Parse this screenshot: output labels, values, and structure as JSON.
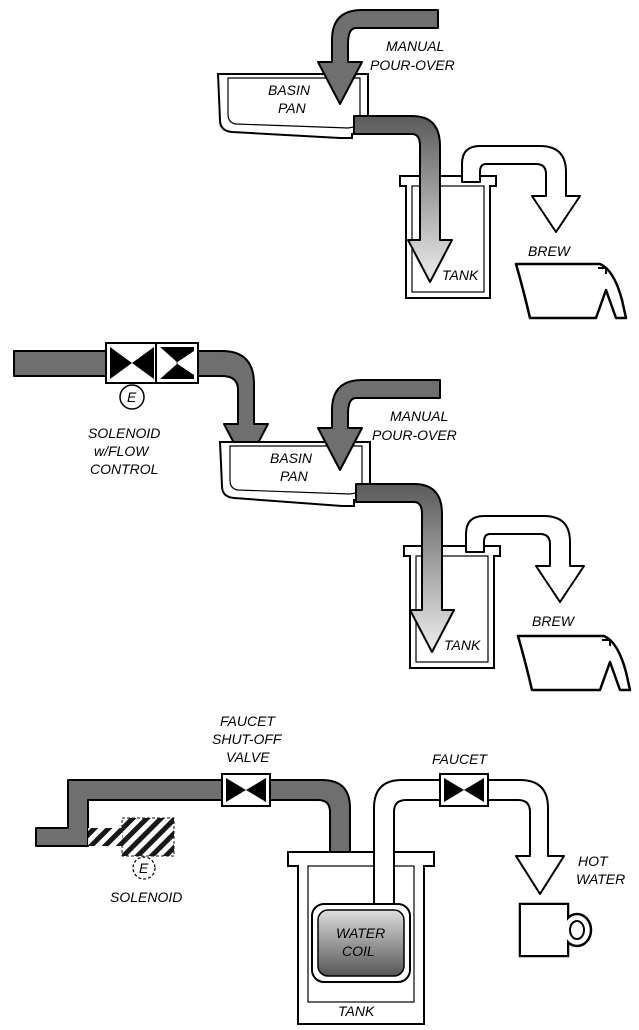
{
  "panel_top": {
    "labels": {
      "manual_line1": "MANUAL",
      "manual_line2": "POUR-OVER",
      "basin_line1": "BASIN",
      "basin_line2": "PAN",
      "tank": "TANK",
      "brew": "BREW"
    }
  },
  "panel_middle": {
    "labels": {
      "solenoid_icon": "E",
      "solenoid_line1": "SOLENOID",
      "solenoid_line2": "w/FLOW",
      "solenoid_line3": "CONTROL",
      "manual_line1": "MANUAL",
      "manual_line2": "POUR-OVER",
      "basin_line1": "BASIN",
      "basin_line2": "PAN",
      "tank": "TANK",
      "brew": "BREW"
    }
  },
  "panel_bottom": {
    "labels": {
      "shutoff_line1": "FAUCET",
      "shutoff_line2": "SHUT-OFF",
      "shutoff_line3": "VALVE",
      "faucet": "FAUCET",
      "hot_line1": "HOT",
      "hot_line2": "WATER",
      "solenoid_icon": "E",
      "solenoid": "SOLENOID",
      "coil_line1": "WATER",
      "coil_line2": "COIL",
      "tank": "TANK"
    }
  },
  "colors": {
    "cold_water": "#6f6f6f",
    "hot_water": "#ffffff",
    "outline": "#000000"
  }
}
